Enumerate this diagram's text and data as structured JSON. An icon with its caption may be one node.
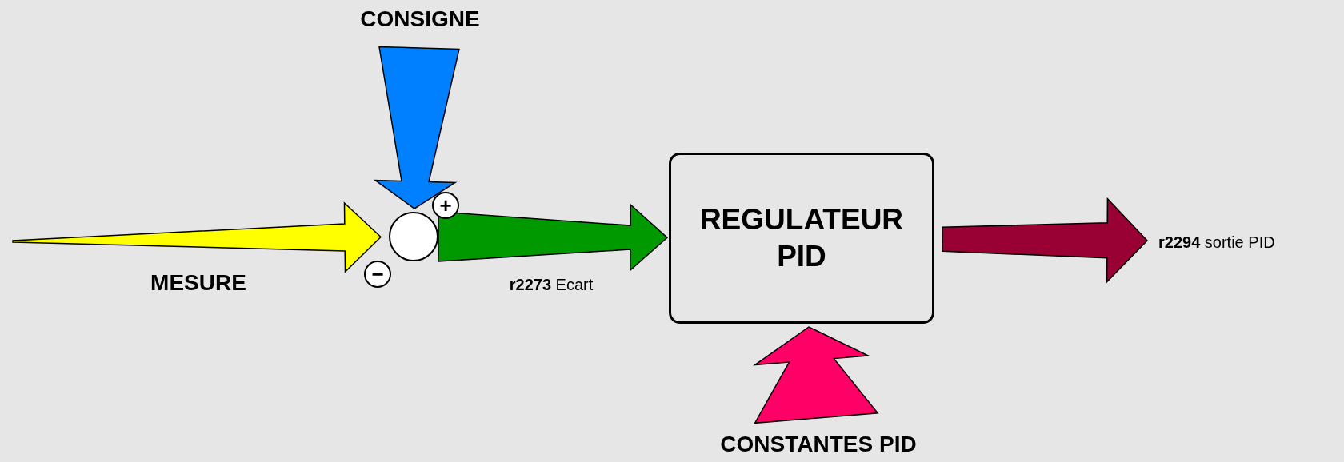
{
  "diagram": {
    "nodes": [
      {
        "text": [
          "CONSIGNE"
        ]
      },
      {
        "text": [
          "+"
        ]
      },
      {
        "text": [],
        "shape": "circle"
      },
      {
        "text": [
          "−"
        ]
      },
      {
        "text": [
          "REGULATEUR PID"
        ]
      },
      {
        "text": [
          "**r2294** sortie PID"
        ]
      },
      {
        "text": [
          "CONSTANTES PID"
        ]
      }
    ],
    "edges": [
      {
        "from": 0,
        "to": 2,
        "arrow": "to",
        "color": "#0080ff"
      },
      {
        "from": null,
        "to": 2,
        "arrow": "to",
        "color": "#ffff00"
      },
      {
        "from": 2,
        "to": 4,
        "arrow": "to",
        "color": "#009900",
        "label": "**r2273** Ecart"
      },
      {
        "from": 4,
        "to": 5,
        "arrow": "to",
        "color": "#990033"
      },
      {
        "from": 6,
        "to": 4,
        "arrow": "to",
        "color": "#ff0066"
      }
    ],
    "labels": [
      "MESURE"
    ]
  }
}
